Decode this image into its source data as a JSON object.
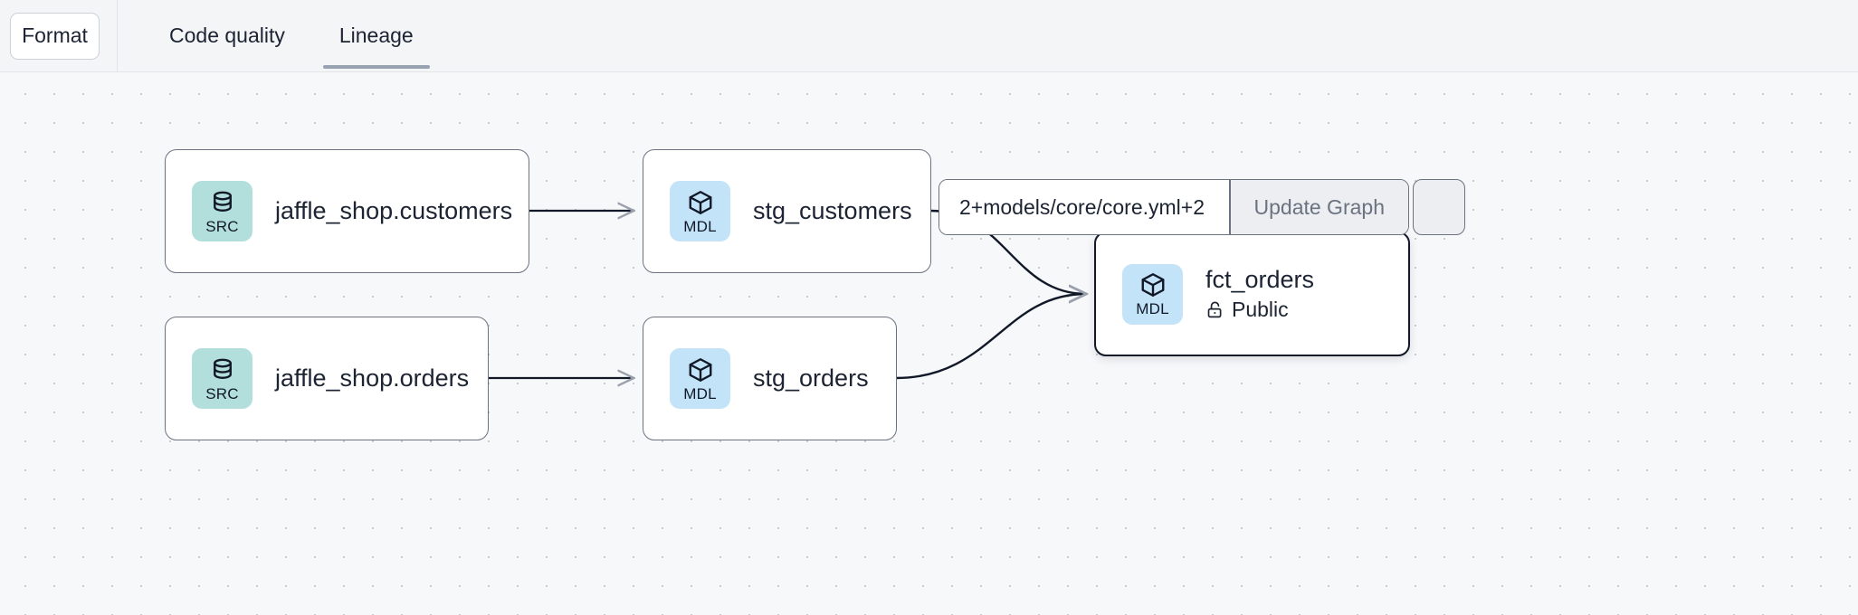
{
  "toolbar": {
    "format_label": "Format",
    "tabs": [
      {
        "label": "Code quality",
        "active": false
      },
      {
        "label": "Lineage",
        "active": true
      }
    ]
  },
  "graph_controls": {
    "selector_value": "2+models/core/core.yml+2",
    "selector_placeholder": "2+models/core/core.yml+2",
    "update_label": "Update Graph"
  },
  "lineage": {
    "nodes": [
      {
        "id": "src_customers",
        "type": "SRC",
        "badge_label": "SRC",
        "title": "jaffle_shop.customers",
        "icon": "database-icon",
        "badge_color": "#b2dfdb",
        "selected": false
      },
      {
        "id": "stg_customers",
        "type": "MDL",
        "badge_label": "MDL",
        "title": "stg_customers",
        "icon": "cube-icon",
        "badge_color": "#c3e3f8",
        "selected": false
      },
      {
        "id": "src_orders",
        "type": "SRC",
        "badge_label": "SRC",
        "title": "jaffle_shop.orders",
        "icon": "database-icon",
        "badge_color": "#b2dfdb",
        "selected": false
      },
      {
        "id": "stg_orders",
        "type": "MDL",
        "badge_label": "MDL",
        "title": "stg_orders",
        "icon": "cube-icon",
        "badge_color": "#c3e3f8",
        "selected": false
      },
      {
        "id": "fct_orders",
        "type": "MDL",
        "badge_label": "MDL",
        "title": "fct_orders",
        "subtitle": "Public",
        "icon": "cube-icon",
        "sub_icon": "unlock-icon",
        "badge_color": "#c3e3f8",
        "selected": true
      }
    ],
    "edges": [
      {
        "from": "src_customers",
        "to": "stg_customers",
        "style": "straight"
      },
      {
        "from": "src_orders",
        "to": "stg_orders",
        "style": "straight"
      },
      {
        "from": "stg_customers",
        "to": "fct_orders",
        "style": "curved"
      },
      {
        "from": "stg_orders",
        "to": "fct_orders",
        "style": "curved"
      }
    ]
  },
  "colors": {
    "canvas_bg": "#f7f8fa",
    "toolbar_bg": "#f4f5f7",
    "node_border": "#6b7280",
    "selected_border": "#111827",
    "edge": "#111827",
    "text": "#1c2433"
  }
}
